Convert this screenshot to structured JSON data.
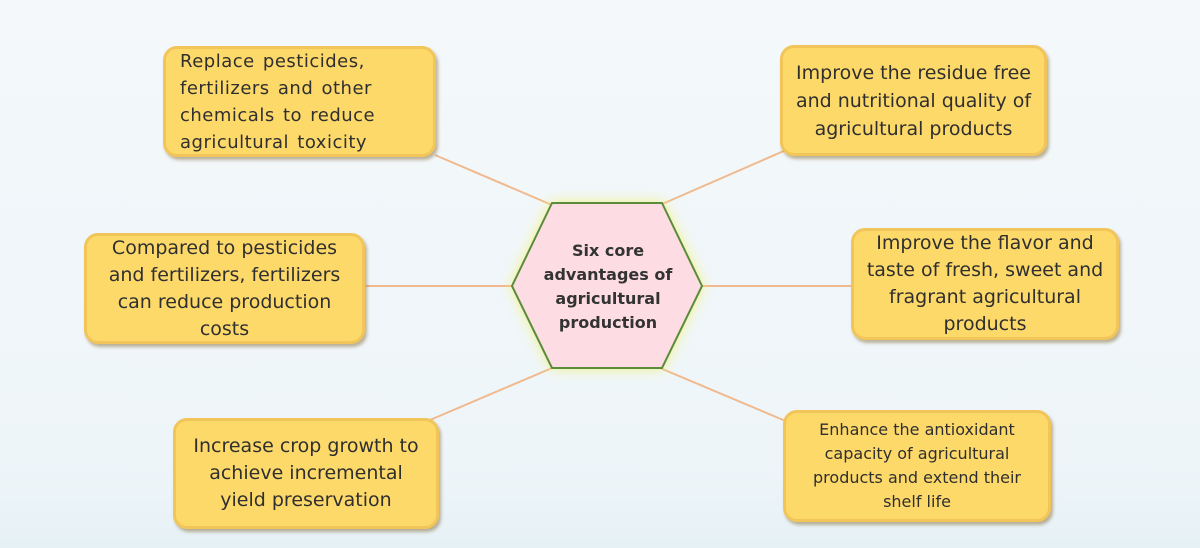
{
  "center": {
    "label": "Six core advantages of agricultural production"
  },
  "advantages": [
    {
      "id": "tl",
      "text": "Replace pesticides, fertilizers and other chemicals to reduce agricultural toxicity"
    },
    {
      "id": "ml",
      "text": "Compared to pesticides and fertilizers, fertilizers can reduce production costs"
    },
    {
      "id": "bl",
      "text": "Increase crop growth to achieve incremental yield preservation"
    },
    {
      "id": "tr",
      "text": "Improve the residue free and nutritional quality of agricultural products"
    },
    {
      "id": "mr",
      "text": "Improve the flavor and taste of fresh, sweet and fragrant agricultural products"
    },
    {
      "id": "br",
      "text": "Enhance the antioxidant capacity of agricultural products and extend their shelf life"
    }
  ],
  "colors": {
    "box_fill": "#fdd96a",
    "box_border": "#f2c55a",
    "hexagon_fill": "#fddde3",
    "hexagon_glow": "#f3f36a",
    "connector": "#f0b98e"
  }
}
